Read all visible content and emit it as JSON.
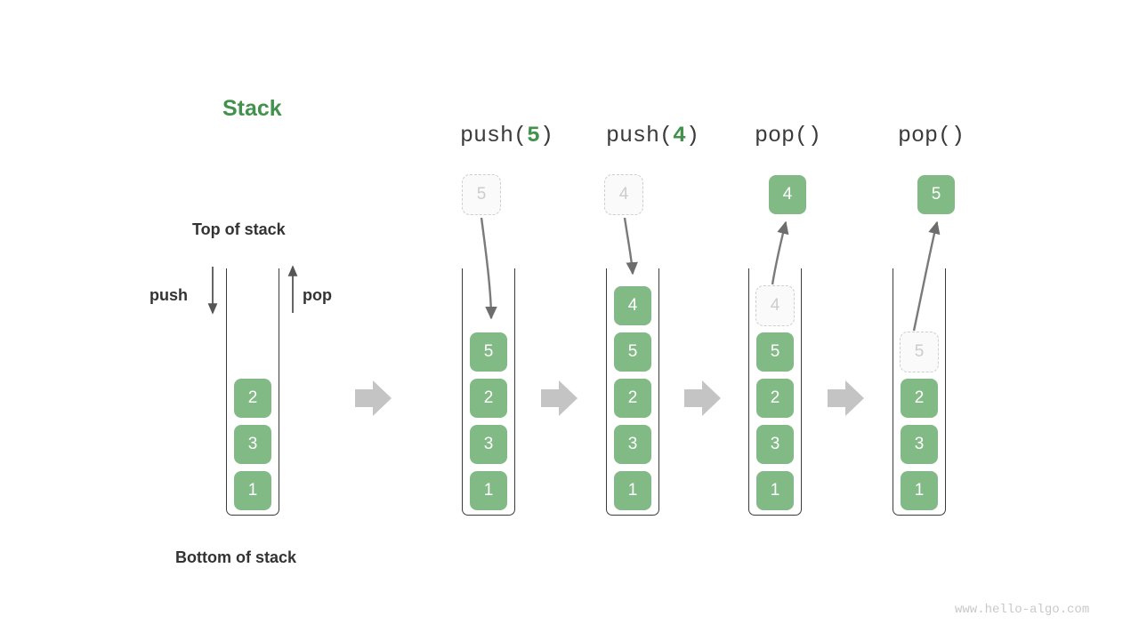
{
  "title": "Stack",
  "labels": {
    "top_of_stack": "Top of stack",
    "bottom_of_stack": "Bottom of stack",
    "push": "push",
    "pop": "pop"
  },
  "watermark": "www.hello-algo.com",
  "colors": {
    "accent_green": "#42914c",
    "cell_green": "#82ba85",
    "ghost_border": "#cfcfcf",
    "ghost_text": "#cccccc",
    "arrow_gray": "#c4c4c4",
    "stroke_dark": "#3b3b3b",
    "text_dark": "#333333",
    "watermark_gray": "#c9c9c9"
  },
  "columns": [
    {
      "id": "initial",
      "op_prefix": "",
      "op_arg": "",
      "op_suffix": "",
      "cells": [
        "2",
        "3",
        "1"
      ],
      "floating": null,
      "ghost_index": null
    },
    {
      "id": "push-5",
      "op_prefix": "push(",
      "op_arg": "5",
      "op_suffix": ")",
      "cells": [
        "5",
        "2",
        "3",
        "1"
      ],
      "floating": "5",
      "ghost_index": null
    },
    {
      "id": "push-4",
      "op_prefix": "push(",
      "op_arg": "4",
      "op_suffix": ")",
      "cells": [
        "4",
        "5",
        "2",
        "3",
        "1"
      ],
      "floating": "4",
      "ghost_index": null
    },
    {
      "id": "pop-1",
      "op_prefix": "pop(",
      "op_arg": "",
      "op_suffix": ")",
      "cells": [
        "4",
        "5",
        "2",
        "3",
        "1"
      ],
      "floating": "4",
      "ghost_index": 0
    },
    {
      "id": "pop-2",
      "op_prefix": "pop(",
      "op_arg": "",
      "op_suffix": ")",
      "cells": [
        "5",
        "2",
        "3",
        "1"
      ],
      "floating": "5",
      "ghost_index": 0
    }
  ],
  "separators": [
    "step-arrow-1",
    "step-arrow-2",
    "step-arrow-3",
    "step-arrow-4"
  ]
}
